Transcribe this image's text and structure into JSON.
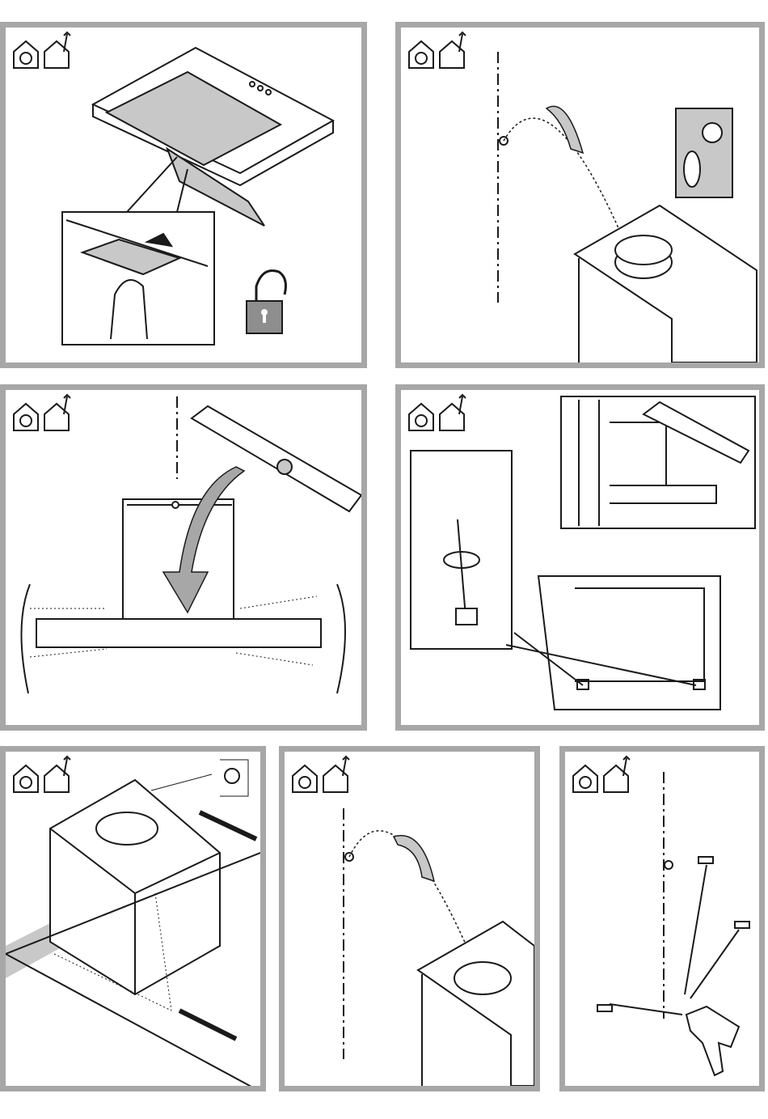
{
  "page": {
    "panels": [
      {
        "id": "remove-grease-filter",
        "icons": [
          "recirculation-house-icon",
          "extraction-house-icon"
        ]
      },
      {
        "id": "hang-on-screw",
        "icons": [
          "recirculation-house-icon",
          "extraction-house-icon"
        ]
      },
      {
        "id": "level-hood",
        "icons": [
          "recirculation-house-icon",
          "extraction-house-icon"
        ]
      },
      {
        "id": "adjust-level-screws",
        "icons": [
          "recirculation-house-icon",
          "extraction-house-icon"
        ]
      },
      {
        "id": "mark-holes",
        "icons": [
          "recirculation-house-icon",
          "extraction-house-icon"
        ]
      },
      {
        "id": "hang-on-wall",
        "icons": [
          "recirculation-house-icon",
          "extraction-house-icon"
        ]
      },
      {
        "id": "drill-holes",
        "icons": [
          "recirculation-house-icon",
          "extraction-house-icon"
        ]
      }
    ],
    "colors": {
      "frame": "#a7a7a7",
      "line": "#1a1a1a",
      "shade": "#c8c8c8",
      "accent": "#8e8e8e"
    }
  }
}
